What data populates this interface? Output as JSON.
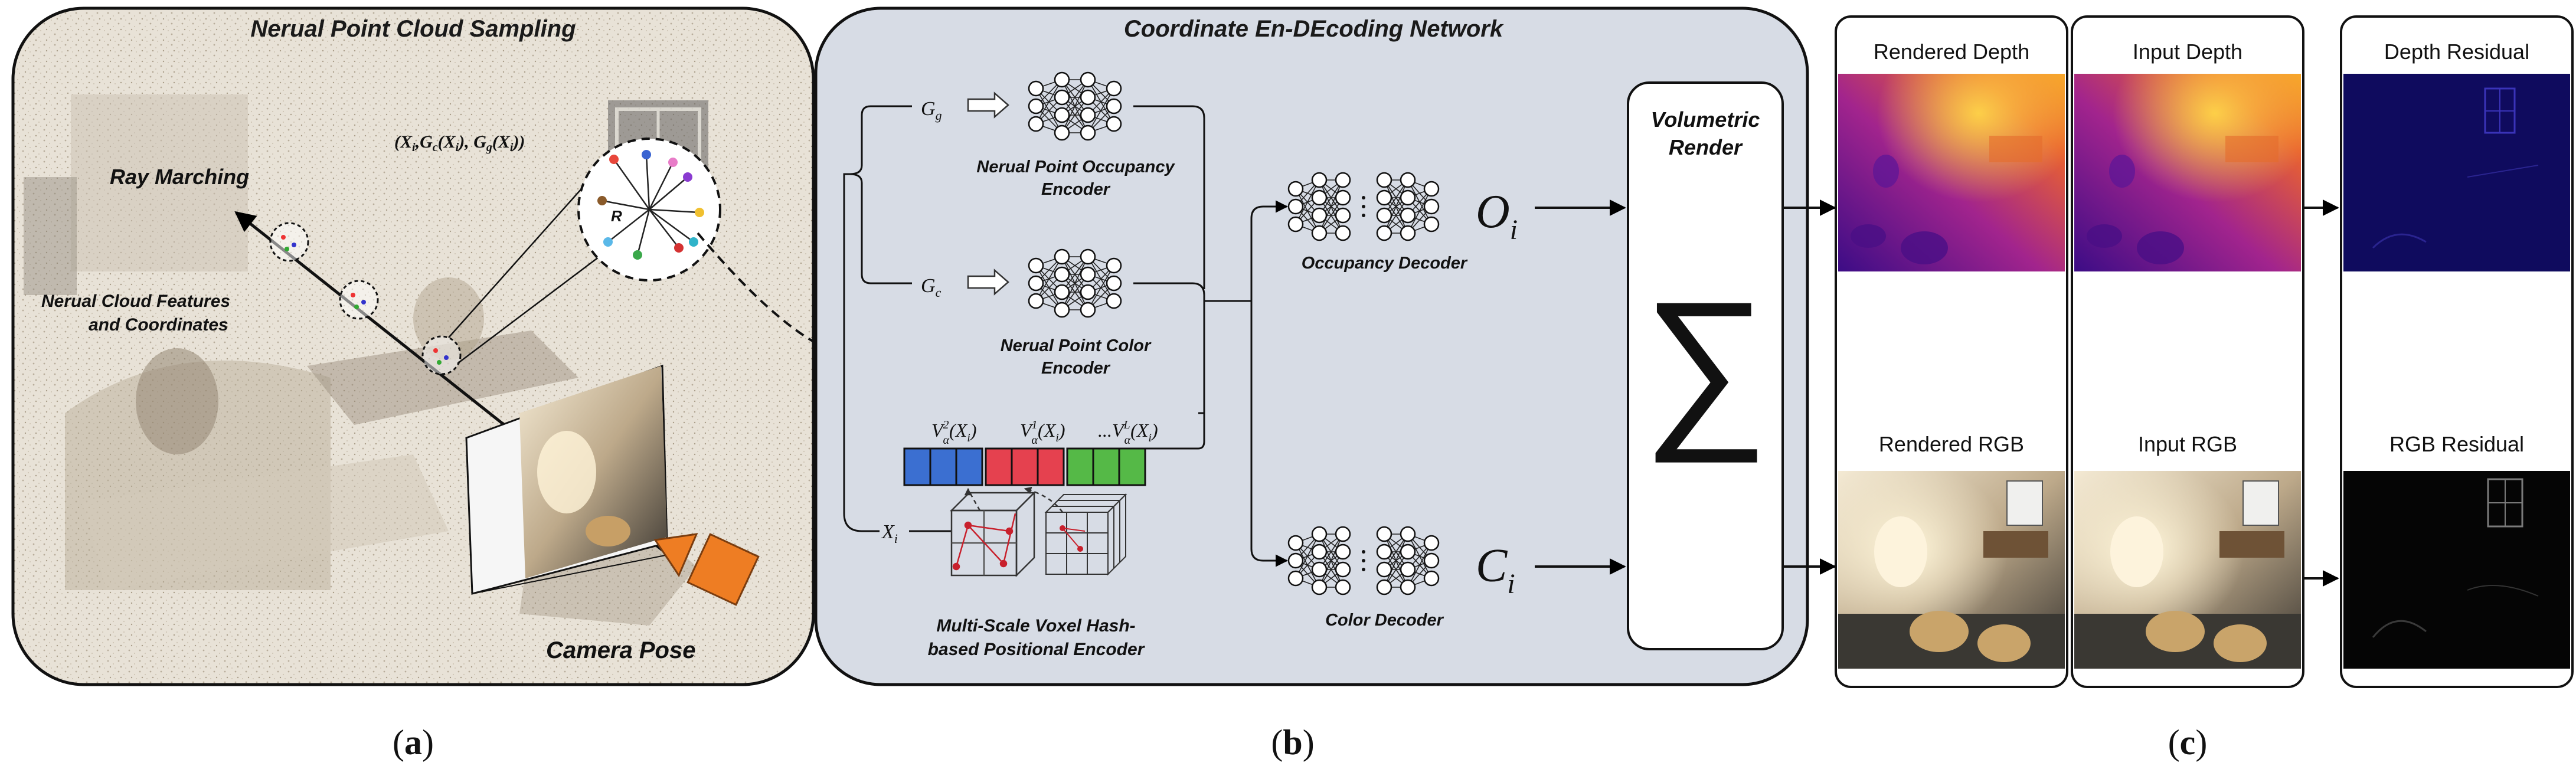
{
  "panel_a": {
    "title": "Nerual Point Cloud Sampling",
    "ray_marching": "Ray Marching",
    "cloud_features_line1": "Nerual Cloud Features",
    "cloud_features_line2": "and Coordinates",
    "tuple": "(Xi, Gc(Xi), Gg(Xi))",
    "tuple_parts": {
      "open": "(",
      "x": "X",
      "i": "i",
      "gc": "G",
      "c": "c",
      "gg": "G",
      "g": "g"
    },
    "radius": "R",
    "camera_pose": "Camera Pose",
    "caption": {
      "open": "(",
      "letter": "a",
      "close": ")"
    }
  },
  "panel_b": {
    "title": "Coordinate En-DEcoding Network",
    "gg": {
      "base": "G",
      "sub": "g"
    },
    "gc": {
      "base": "G",
      "sub": "c"
    },
    "occupancy_encoder_line1": "Nerual Point Occupancy",
    "occupancy_encoder_line2": "Encoder",
    "color_encoder_line1": "Nerual Point Color",
    "color_encoder_line2": "Encoder",
    "v2": {
      "base": "V",
      "sup": "2",
      "sub": "α",
      "arg": "(X",
      "argsub": "i",
      "close": ")"
    },
    "v1": {
      "base": "V",
      "sup": "1",
      "sub": "α",
      "arg": "(X",
      "argsub": "i",
      "close": ")"
    },
    "vL": {
      "dots": "...",
      "base": "V",
      "sup": "L",
      "sub": "α",
      "arg": "(X",
      "argsub": "i",
      "close": ")"
    },
    "xi": {
      "base": "X",
      "sub": "i"
    },
    "voxel_encoder_line1": "Multi-Scale Voxel Hash-",
    "voxel_encoder_line2": "based  Positional Encoder",
    "occupancy_decoder": "Occupancy Decoder",
    "color_decoder": "Color Decoder",
    "oi": {
      "base": "O",
      "sub": "i"
    },
    "ci": {
      "base": "C",
      "sub": "i"
    },
    "render_line1": "Volumetric",
    "render_line2": "Render",
    "sum_symbol": "∑",
    "caption": {
      "open": "(",
      "letter": "b",
      "close": ")"
    }
  },
  "panel_c": {
    "rendered_depth": "Rendered Depth",
    "input_depth": "Input Depth",
    "depth_residual": "Depth Residual",
    "rendered_rgb": "Rendered RGB",
    "input_rgb": "Input RGB",
    "rgb_residual": "RGB Residual",
    "caption": {
      "open": "(",
      "letter": "c",
      "close": ")"
    }
  },
  "colors": {
    "panel_b_bg": "#d7dce5",
    "voxel_blue": "#3b6fd1",
    "voxel_red": "#e5414f",
    "voxel_green": "#55b947",
    "camera_orange": "#ee7d23",
    "depth_purple": "#5a1597",
    "depth_orange": "#f39a2a",
    "residual_navy": "#0f0b5e"
  }
}
